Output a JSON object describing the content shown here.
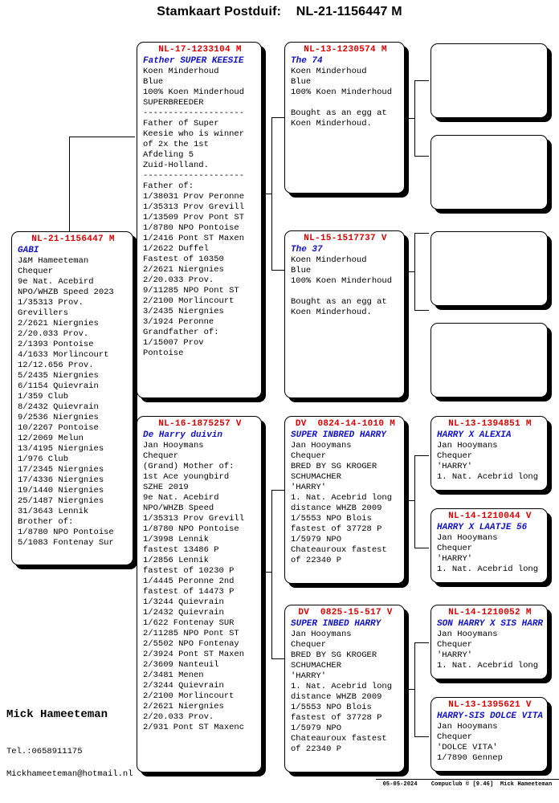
{
  "header": {
    "title": "Stamkaart Postduif:    NL-21-1156447 M"
  },
  "subject": {
    "ring": "NL-21-1156447 M",
    "nickname": "GABI",
    "details": "J&M Hameeteman\nChequer\n9e Nat. Acebird\nNPO/WHZB Speed 2023\n1/35313 Prov.\nGrevillers\n2/2621 Niergnies\n2/20.033 Prov.\n2/1393 Pontoise\n4/1633 Morlincourt\n12/12.656 Prov.\n5/2435 Niergnies\n6/1154 Quievrain\n1/359 Club\n8/2432 Quievrain\n9/2536 Niergnies\n10/2267 Pontoise\n12/2069 Melun\n13/4195 Niergnies\n1/976 Club\n17/2345 Niergnies\n17/4336 Niergnies\n19/1440 Niergnies\n25/1487 Niergnies\n31/3643 Lennik\nBrother of:\n1/8780 NPO Pontoise\n5/1083 Fontenay Sur"
  },
  "father": {
    "ring": "NL-17-1233104 M",
    "nickname": "Father SUPER KEESIE",
    "details": "Koen Minderhoud\nBlue\n100% Koen Minderhoud\nSUPERBREEDER\n--------------------\nFather of Super\nKeesie who is winner\nof 2x the 1st\nAfdeling 5\nZuid-Holland.\n--------------------\nFather of:\n1/38031 Prov Peronne\n1/35313 Prov Grevill\n1/13509 Prov Pont ST\n1/8780 NPO Pontoise\n1/2416 Pont ST Maxen\n1/2622 Duffel\nFastest of 10350\n2/2621 Niergnies\n2/20.033 Prov.\n9/11285 NPO Pont ST\n2/2100 Morlincourt\n3/2435 Niergnies\n3/1924 Peronne\nGrandfather of:\n1/15007 Prov\nPontoise"
  },
  "mother": {
    "ring": "NL-16-1875257 V",
    "nickname": "De Harry duivin",
    "details": "Jan Hooymans\nChequer\n(Grand) Mother of:\n1st Ace youngbird\nSZHE 2019\n9e Nat. Acebird\nNPO/WHZB Speed\n1/35313 Prov Grevill\n1/8780 NPO Pontoise\n1/3998 Lennik\nfastest 13486 P\n1/2856 Lennik\nfastest of 10230 P\n1/4445 Peronne 2nd\nfastest of 14473 P\n1/3244 Quievrain\n1/2432 Quievrain\n1/622 Fontenay SUR\n2/11285 NPO Pont ST\n2/5502 NPO Fontenay\n2/3924 Pont ST Maxen\n2/3609 Nanteuil\n2/3481 Menen\n2/3244 Quievrain\n2/2100 Morlincourt\n2/2621 Niergnies\n2/20.033 Prov.\n2/931 Pont ST Maxenc"
  },
  "grandparents": [
    {
      "ring": "NL-13-1230574 M",
      "nickname": "The 74",
      "details": "Koen Minderhoud\nBlue\n100% Koen Minderhoud\n\nBought as an egg at\nKoen Minderhoud."
    },
    {
      "ring": "NL-15-1517737 V",
      "nickname": "The 37",
      "details": "Koen Minderhoud\nBlue\n100% Koen Minderhoud\n\nBought as an egg at\nKoen Minderhoud."
    },
    {
      "ring": "DV  0824-14-1010 M",
      "nickname": "SUPER INBRED HARRY",
      "details": "Jan Hooymans\nChequer\nBRED BY SG KROGER\nSCHUMACHER\n'HARRY'\n1. Nat. Acebrid long\ndistance WHZB 2009\n1/5553 NPO Blois\nfastest of 37728 P\n1/5979 NPO\nChateauroux fastest\nof 22340 P"
    },
    {
      "ring": "DV  0825-15-517 V",
      "nickname": "SUPER INBED HARRY",
      "details": "Jan Hooymans\nChequer\nBRED BY SG KROGER\nSCHUMACHER\n'HARRY'\n1. Nat. Acebrid long\ndistance WHZB 2009\n1/5553 NPO Blois\nfastest of 37728 P\n1/5979 NPO\nChateauroux fastest\nof 22340 P"
    }
  ],
  "greatgrandparents": [
    {
      "ring": "",
      "nickname": "",
      "details": ""
    },
    {
      "ring": "",
      "nickname": "",
      "details": ""
    },
    {
      "ring": "",
      "nickname": "",
      "details": ""
    },
    {
      "ring": "",
      "nickname": "",
      "details": ""
    },
    {
      "ring": "NL-13-1394851 M",
      "nickname": "HARRY X ALEXIA",
      "details": "Jan Hooymans\nChequer\n'HARRY'\n1. Nat. Acebrid long"
    },
    {
      "ring": "NL-14-1210044 V",
      "nickname": "HARRY X LAATJE 56",
      "details": "Jan Hooymans\nChequer\n'HARRY'\n1. Nat. Acebrid long"
    },
    {
      "ring": "NL-14-1210052 M",
      "nickname": "SON HARRY X SIS HARR",
      "details": "Jan Hooymans\nChequer\n'HARRY'\n1. Nat. Acebrid long"
    },
    {
      "ring": "NL-13-1395621 V",
      "nickname": "HARRY-SIS DOLCE VITA",
      "details": "Jan Hooymans\nChequer\n'DOLCE VITA'\n1/7890 Gennep"
    }
  ],
  "owner": {
    "name": "Mick Hameeteman",
    "phone": "Tel.:0658911175",
    "email": "Mickhameeteman@hotmail.nl"
  },
  "footer": {
    "text": "05-05-2024    Compuclub © [9.46]  Mick Hameeteman"
  },
  "colors": {
    "ring": "#e00000",
    "nickname": "#1111cc",
    "text": "#000000",
    "background": "#ffffff"
  }
}
